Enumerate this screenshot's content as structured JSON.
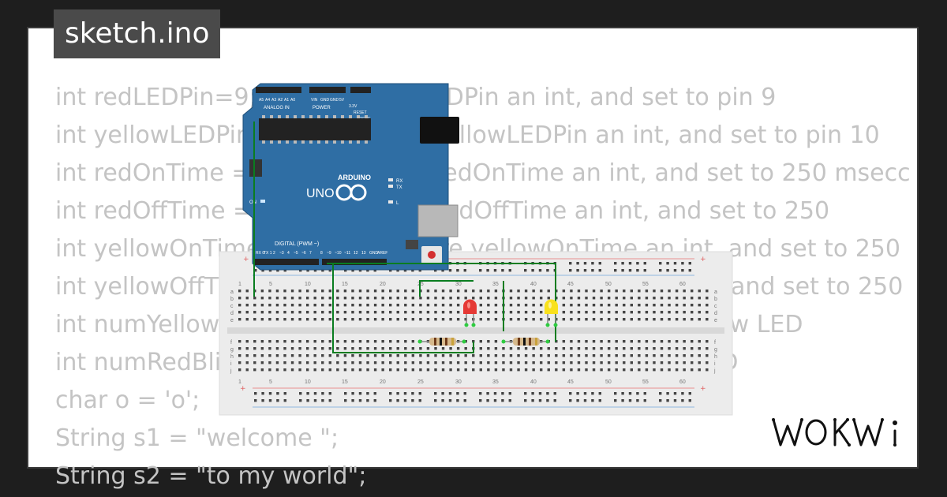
{
  "title": "sketch.ino",
  "code_lines": [
    "int redLEDPin=9; //Declare redLEDPin an int, and set to pin 9",
    "int yellowLEDPin=10; //Declare yellowLEDPin an int, and set to pin 10",
    "int redOnTime = 250; //Declare redOnTime an int, and set to 250 msecc",
    "int redOffTime = 250; //Declare redOffTime an int, and set to 250",
    "int yellowOnTime = 250; //Declare yellowOnTime an int, and set to 250",
    "int yellowOffTime = 250; //Declare yellowOffTime an int, and set to 250",
    "int numYellowBlinks = 5; //Number of times to blink yellow LED",
    "int numRedBlinks = 5; //Number of times to blink red LED",
    "char o = 'o';",
    "String s1 = \"welcome \";",
    "String s2 = \"to my world\";"
  ],
  "arduino": {
    "brand": "ARDUINO",
    "model": "UNO",
    "digital_label": "DIGITAL (PWM ~)",
    "analog_label": "ANALOG IN",
    "power_label": "POWER",
    "on_label": "ON",
    "tx_label": "TX",
    "rx_label": "RX",
    "l_label": "L",
    "top_pins": [
      "A5",
      "A4",
      "A3",
      "A2",
      "A1",
      "A0",
      "VIN",
      "GND",
      "GND",
      "5V",
      "3.3V",
      "RESET",
      "IOREF"
    ],
    "bottom_pins": [
      "RX 0",
      "TX 1",
      "2",
      "~3",
      "4",
      "~5",
      "~6",
      "7",
      "8",
      "~9",
      "~10",
      "~11",
      "12",
      "13",
      "GND",
      "AREF"
    ]
  },
  "breadboard": {
    "column_numbers": [
      "1",
      "5",
      "10",
      "15",
      "20",
      "25",
      "30",
      "35",
      "40",
      "45",
      "50",
      "55",
      "60"
    ],
    "rows_top": [
      "a",
      "b",
      "c",
      "d",
      "e"
    ],
    "rows_bottom": [
      "f",
      "g",
      "h",
      "i",
      "j"
    ]
  },
  "components": {
    "red_led_color": "#e53935",
    "yellow_led_color": "#f9e11c",
    "wire_color": "#0a7d20"
  },
  "logo": "WOKWi"
}
